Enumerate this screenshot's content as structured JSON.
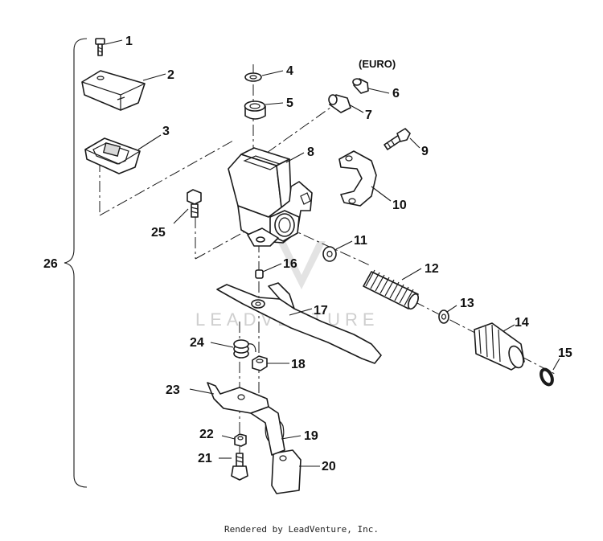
{
  "diagram": {
    "region_note": "(EURO)",
    "callouts": [
      "1",
      "2",
      "3",
      "4",
      "5",
      "6",
      "7",
      "8",
      "9",
      "10",
      "11",
      "12",
      "13",
      "14",
      "15",
      "16",
      "17",
      "18",
      "19",
      "20",
      "21",
      "22",
      "23",
      "24",
      "25",
      "26"
    ],
    "watermark": "LEADVENTURE",
    "footer": "Rendered by LeadVenture, Inc."
  }
}
